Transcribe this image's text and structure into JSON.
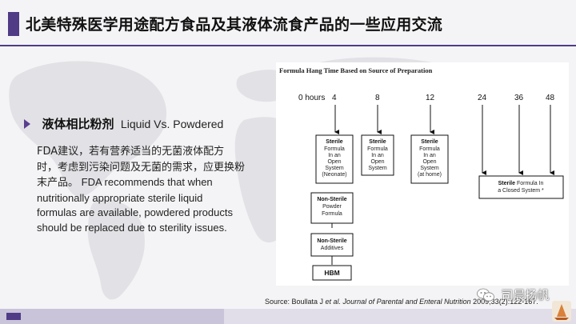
{
  "header": {
    "title": "北美特殊医学用途配方食品及其液体流食产品的一些应用交流",
    "accent_color": "#4f3b86"
  },
  "bullet": {
    "title_cn": "液体相比粉剂",
    "title_en": "Liquid Vs. Powdered",
    "icon": "triangle-bullet-icon"
  },
  "body": {
    "cn": "FDA建议，若有营养适当的无菌液体配方时，考虑到污染问题及无菌的需求，应更换粉末产品。",
    "en": "FDA recommends that when nutritionally appropriate sterile liquid formulas are available, powdered products should be replaced due to sterility issues."
  },
  "figure": {
    "title": "Formula Hang Time Based on Source of Preparation",
    "hours": [
      "0 hours",
      "4",
      "8",
      "12",
      "24",
      "36",
      "48"
    ],
    "boxes": {
      "sterile_neonate": [
        "Sterile",
        "Formula",
        "In an",
        "Open",
        "System",
        "(Neonate)"
      ],
      "sterile_open": [
        "Sterile",
        "Formula",
        "In an",
        "Open",
        "System"
      ],
      "sterile_home": [
        "Sterile",
        "Formula",
        "In an",
        "Open",
        "System",
        "(at home)"
      ],
      "sterile_closed_bold": "Sterile",
      "sterile_closed_rest": " Formula In",
      "sterile_closed_line2": "a Closed System *",
      "nonsterile_powder": [
        "Non-Sterile",
        "Powder",
        "Formula"
      ],
      "nonsterile_additives": [
        "Non-Sterile",
        "Additives"
      ],
      "hbm": "HBM"
    }
  },
  "source": {
    "prefix": "Source: Boullata J ",
    "journal": "et al. Journal of Parental and Enteral Nutrition",
    "suffix": " 2009;33(2):122-167."
  },
  "watermark": {
    "text": "司晨扬帆",
    "icon": "wechat-icon"
  }
}
